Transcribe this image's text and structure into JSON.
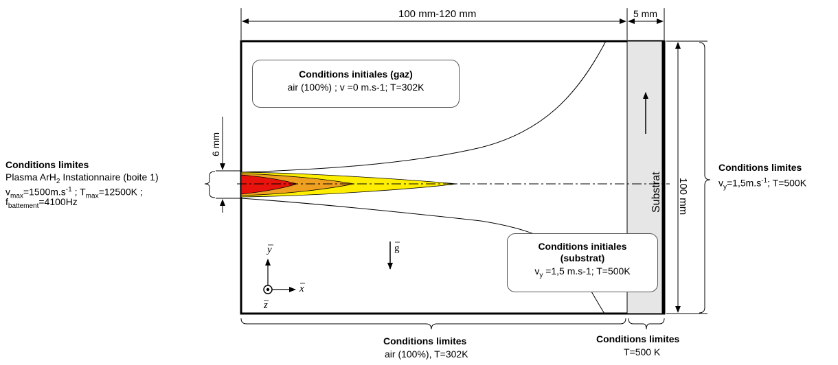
{
  "dimensions": {
    "top_range": "100 mm-120 mm",
    "top_substrate": "5 mm",
    "right_height": "100 mm",
    "inlet": "6 mm"
  },
  "substrate_label": "Substrat",
  "left_bc": {
    "title": "Conditions limites",
    "line1_prefix": "Plasma ArH",
    "line1_sub": "2",
    "line1_suffix": " Instationnaire (boite 1)",
    "vmax_sym": "v",
    "vmax_sub": "max",
    "vmax_val": "=1500m.s",
    "vmax_sup": "-1",
    "sep": " ; ",
    "tmax_sym": "T",
    "tmax_sub": "max",
    "tmax_val": "=12500K ;",
    "f_sym": "f",
    "f_sub": "battement",
    "f_val": "=4100Hz"
  },
  "right_bc": {
    "title": "Conditions limites",
    "v_sym": "v",
    "v_sub": "y",
    "v_val": "=1,5m.s",
    "v_sup": "-1",
    "t_val": "; T=500K"
  },
  "gas_box": {
    "title": "Conditions initiales (gaz)",
    "line": "air (100%) ; v =0 m.s-1; T=302K"
  },
  "substrate_box": {
    "title1": "Conditions initiales",
    "title2": "(substrat)",
    "v_sym": "v",
    "v_sub": "y",
    "v_rest": " =1,5 m.s-1; T=500K"
  },
  "bottom_left": {
    "title": "Conditions limites",
    "line": "air (100%), T=302K"
  },
  "bottom_right": {
    "title": "Conditions limites",
    "line": "T=500 K"
  },
  "axes": {
    "x": "x",
    "y": "y",
    "z": "z",
    "g": "g"
  },
  "colors": {
    "plasma_core": "#e8130c",
    "plasma_mid": "#f0a020",
    "plasma_outer": "#ffee00",
    "substrate_fill": "#e6e6e6"
  }
}
